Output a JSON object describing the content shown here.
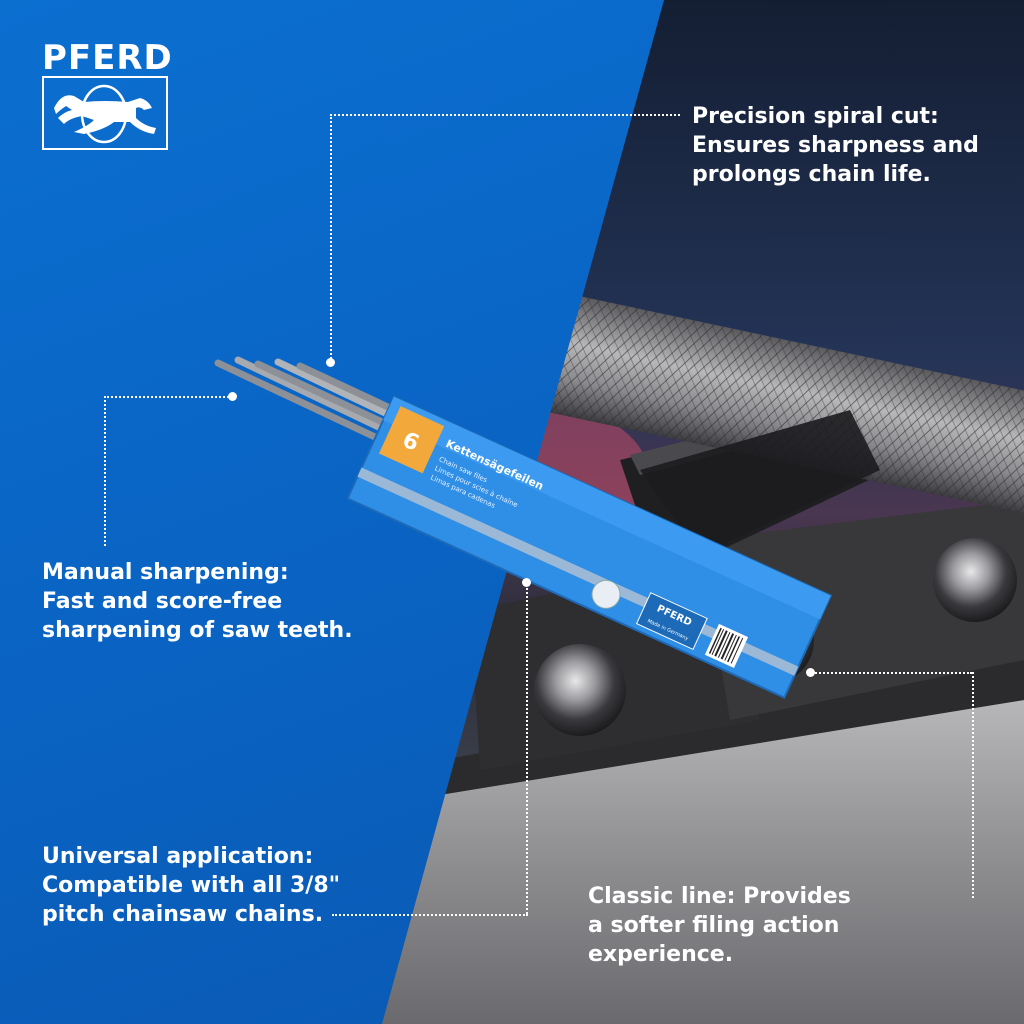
{
  "brand": {
    "name": "PFERD",
    "icon": "horse-logo-icon"
  },
  "features": {
    "spiral": {
      "lines": [
        "Precision spiral cut:",
        "Ensures sharpness and",
        "prolongs chain life."
      ]
    },
    "manual": {
      "lines": [
        "Manual sharpening:",
        "Fast and score-free",
        "sharpening of saw teeth."
      ]
    },
    "universal": {
      "lines": [
        "Universal application:",
        "Compatible with all 3/8\"",
        "pitch chainsaw chains."
      ]
    },
    "classic": {
      "lines": [
        "Classic line: Provides",
        "a softer filing action",
        "experience."
      ]
    }
  },
  "package": {
    "count": "6",
    "title": "Kettensägefeilen",
    "subtitles": [
      "Chain saw files",
      "Limes pour scies à chaîne",
      "Limas para cadenas"
    ],
    "brand": "PFERD",
    "made_in": "Made in Germany"
  },
  "colors": {
    "blue_panel": "#0a64c4",
    "text": "#ffffff",
    "package_blue": "#2f8ee6",
    "package_label": "#f2a83a"
  }
}
